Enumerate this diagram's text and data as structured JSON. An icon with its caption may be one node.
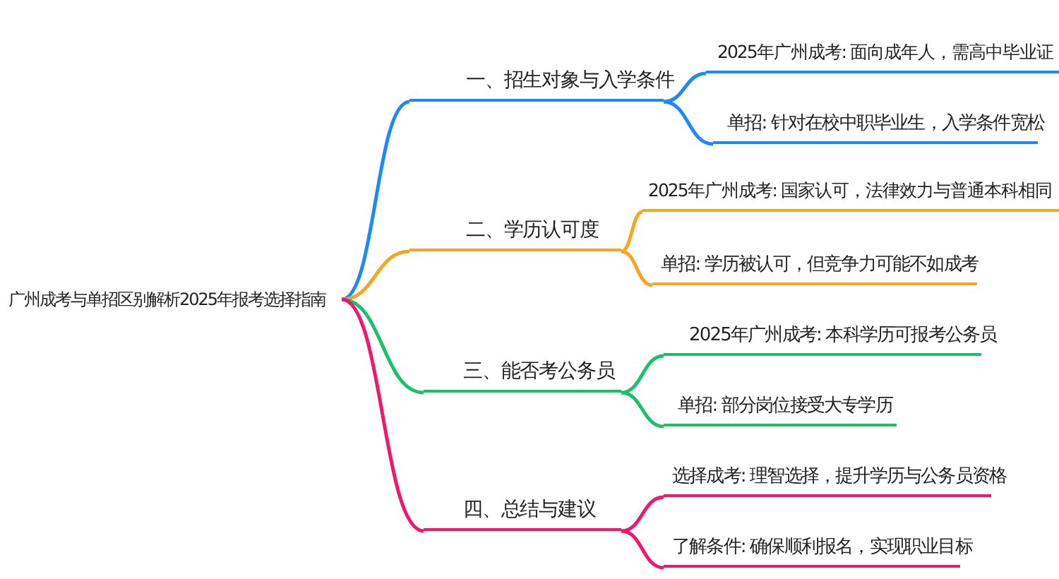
{
  "diagram": {
    "nodes": [
      {
        "text": [
          "广州成考与单招区别解析2025年报考选择指南"
        ]
      },
      {
        "text": [
          "一、招生对象与入学条件"
        ]
      },
      {
        "text": [
          "2025年广州成考: 面向成年人，需高中毕业证"
        ]
      },
      {
        "text": [
          "单招: 针对在校中职毕业生，入学条件宽松"
        ]
      },
      {
        "text": [
          "二、学历认可度"
        ]
      },
      {
        "text": [
          "2025年广州成考: 国家认可，法律效力与普通本科相同"
        ]
      },
      {
        "text": [
          "单招: 学历被认可，但竞争力可能不如成考"
        ]
      },
      {
        "text": [
          "三、能否考公务员"
        ]
      },
      {
        "text": [
          "2025年广州成考: 本科学历可报考公务员"
        ]
      },
      {
        "text": [
          "单招: 部分岗位接受大专学历"
        ]
      },
      {
        "text": [
          "四、总结与建议"
        ]
      },
      {
        "text": [
          "选择成考: 理智选择，提升学历与公务员资格"
        ]
      },
      {
        "text": [
          "了解条件: 确保顺利报名，实现职业目标"
        ]
      }
    ],
    "edges": [
      {
        "from": 0,
        "to": 1,
        "arrow": "none",
        "color": "#1e88ff"
      },
      {
        "from": 1,
        "to": 2,
        "arrow": "none",
        "color": "#1e88ff"
      },
      {
        "from": 1,
        "to": 3,
        "arrow": "none",
        "color": "#1e88ff"
      },
      {
        "from": 0,
        "to": 4,
        "arrow": "none",
        "color": "#f5a623"
      },
      {
        "from": 4,
        "to": 5,
        "arrow": "none",
        "color": "#f5a623"
      },
      {
        "from": 4,
        "to": 6,
        "arrow": "none",
        "color": "#f5a623"
      },
      {
        "from": 0,
        "to": 7,
        "arrow": "none",
        "color": "#19c16b"
      },
      {
        "from": 7,
        "to": 8,
        "arrow": "none",
        "color": "#19c16b"
      },
      {
        "from": 7,
        "to": 9,
        "arrow": "none",
        "color": "#19c16b"
      },
      {
        "from": 0,
        "to": 10,
        "arrow": "none",
        "color": "#f0186e"
      },
      {
        "from": 10,
        "to": 11,
        "arrow": "none",
        "color": "#f0186e"
      },
      {
        "from": 10,
        "to": 12,
        "arrow": "none",
        "color": "#f0186e"
      }
    ]
  }
}
